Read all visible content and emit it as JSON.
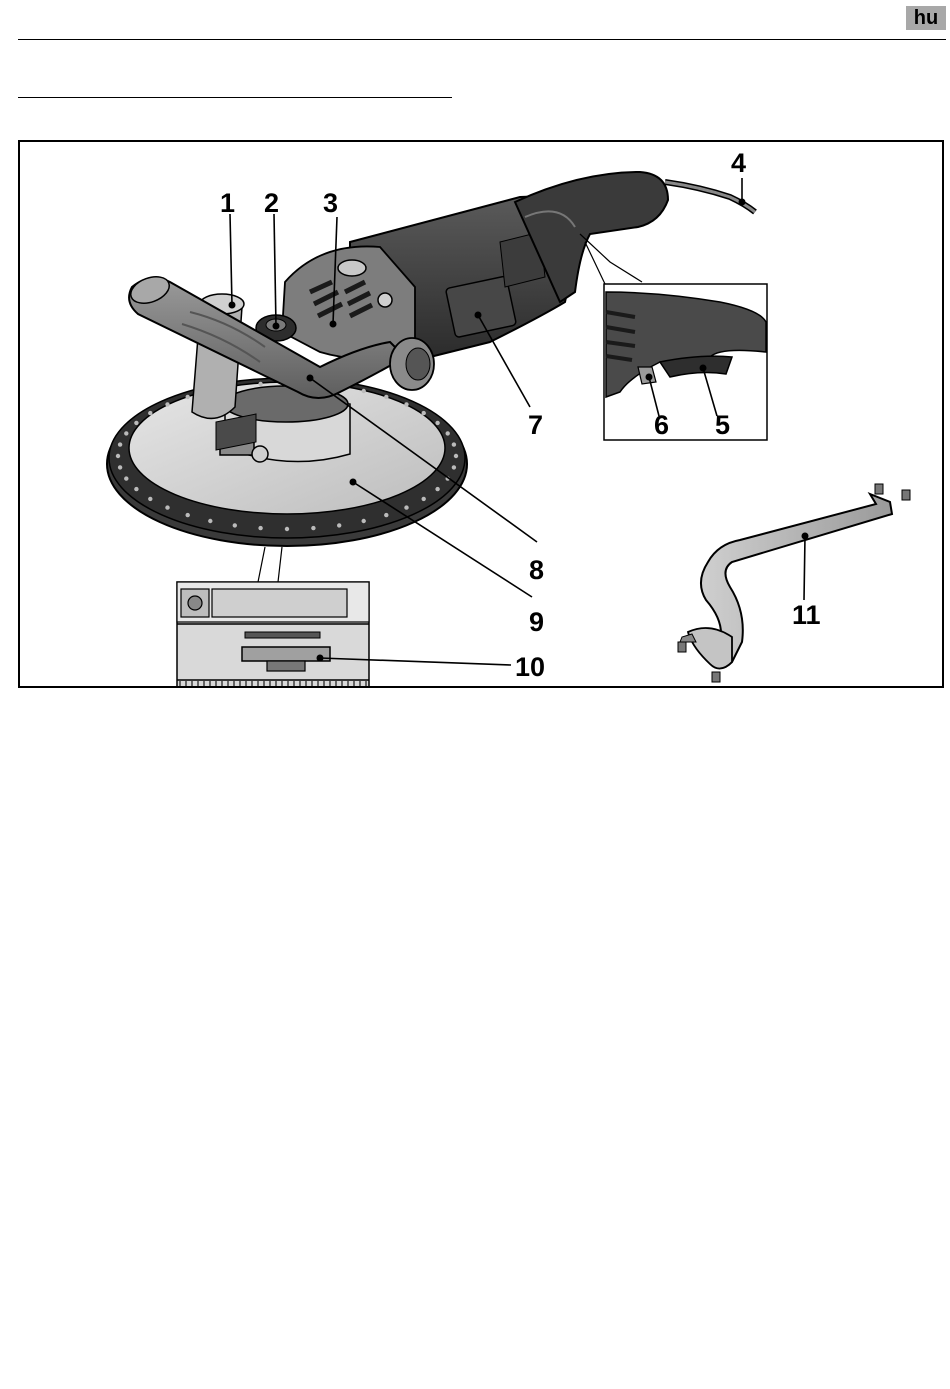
{
  "header": {
    "language_code": "hu"
  },
  "figure": {
    "callouts": {
      "c1": "1",
      "c2": "2",
      "c3": "3",
      "c4": "4",
      "c5": "5",
      "c6": "6",
      "c7": "7",
      "c8": "8",
      "c9": "9",
      "c10": "10",
      "c11": "11"
    }
  }
}
